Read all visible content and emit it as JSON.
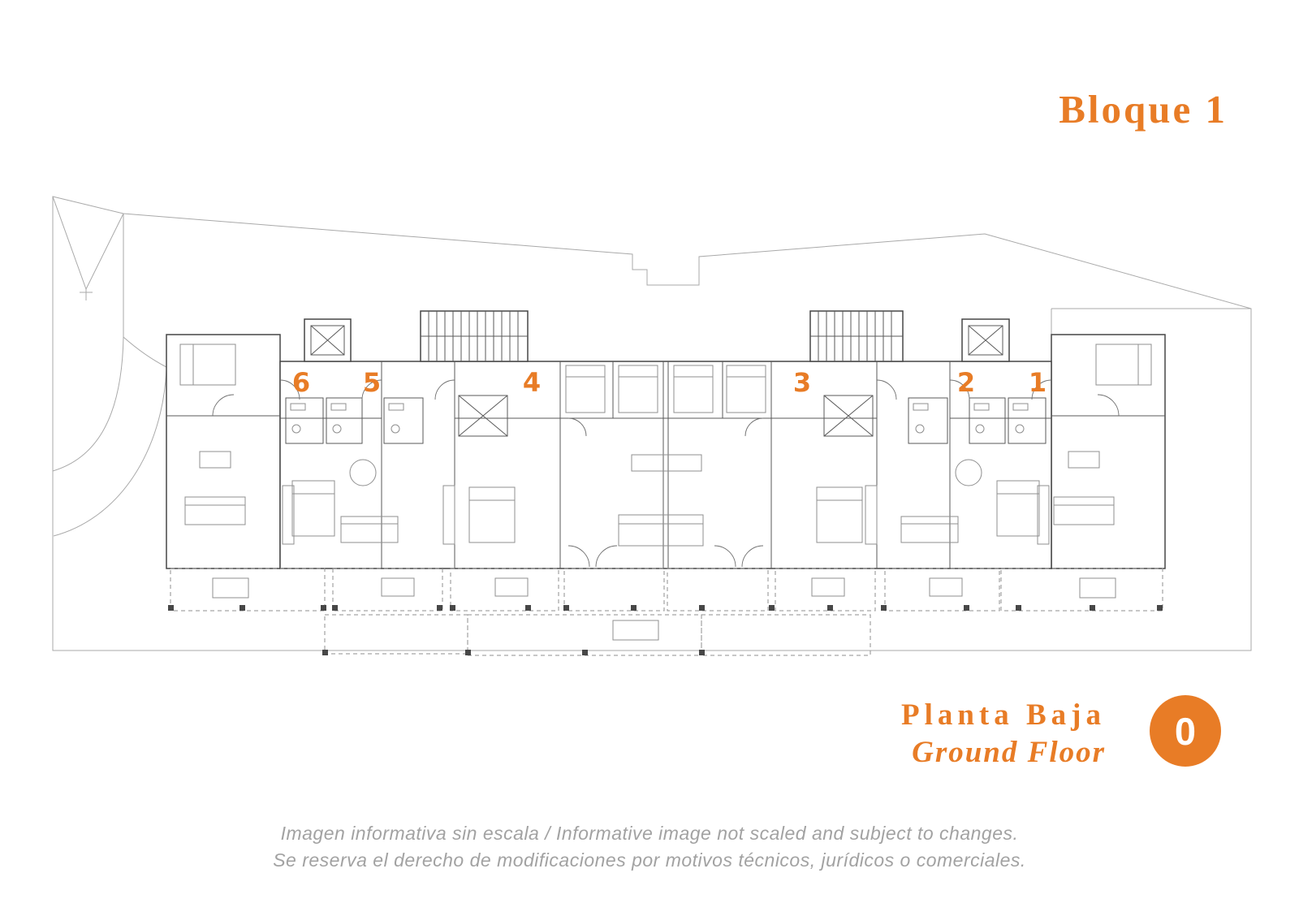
{
  "title": "Bloque 1",
  "units": [
    {
      "label": "6"
    },
    {
      "label": "5"
    },
    {
      "label": "4"
    },
    {
      "label": "3"
    },
    {
      "label": "2"
    },
    {
      "label": "1"
    }
  ],
  "floor": {
    "name_es": "Planta Baja",
    "name_en": "Ground Floor",
    "level": "0"
  },
  "disclaimer": {
    "line1": "Imagen informativa sin escala /  Informative image not scaled and subject to changes.",
    "line2": "Se reserva el derecho de modificaciones por motivos técnicos, jurídicos o comerciales."
  },
  "colors": {
    "accent": "#E87C26"
  }
}
